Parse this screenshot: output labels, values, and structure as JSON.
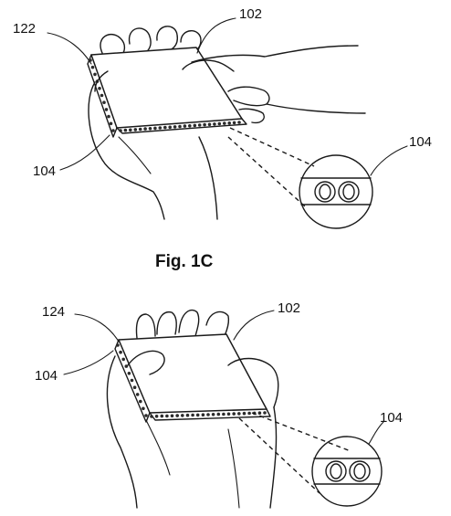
{
  "figure": {
    "top_panel": {
      "labels": {
        "device": "102",
        "sensor_strip": "104",
        "side_top": "122"
      },
      "magnified_label": "104"
    },
    "caption": "Fig. 1C",
    "bottom_panel": {
      "labels": {
        "device": "102",
        "sensor_strip": "104",
        "side_top": "124"
      },
      "magnified_label": "104"
    }
  }
}
